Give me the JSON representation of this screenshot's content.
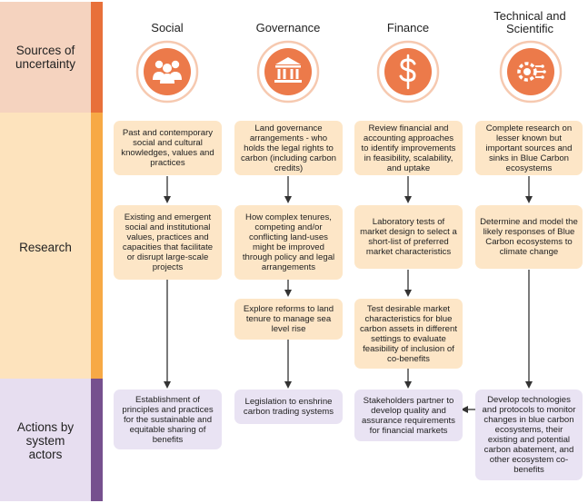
{
  "rows": {
    "sources": "Sources of uncertainty",
    "research": "Research",
    "actions": "Actions by system actors"
  },
  "columns": [
    {
      "title": "Social",
      "icon": "people-icon"
    },
    {
      "title": "Governance",
      "icon": "institution-icon"
    },
    {
      "title": "Finance",
      "icon": "dollar-icon"
    },
    {
      "title": "Technical and Scientific",
      "icon": "gear-circuit-icon"
    }
  ],
  "boxes": {
    "social": [
      "Past and contemporary social and cultural knowledges, values and practices",
      "Existing and emergent social and institutional values, practices and capacities that facilitate or disrupt large-scale projects",
      "Establishment of principles and practices for the sustainable and equitable sharing of benefits"
    ],
    "governance": [
      "Land governance arrangements - who holds the legal rights to carbon (including carbon credits)",
      "How complex tenures, competing and/or conflicting land-uses might be improved through policy and legal arrangements",
      "Explore reforms to land tenure to manage sea level rise",
      "Legislation to enshrine carbon trading systems"
    ],
    "finance": [
      "Review financial and accounting approaches to identify improvements in feasibility, scalability, and uptake",
      "Laboratory tests of market design to select a short-list of preferred market characteristics",
      "Test desirable market characteristics for blue carbon assets in different settings to evaluate feasibility of inclusion of co-benefits",
      "Stakeholders partner to develop quality and assurance requirements for financial markets"
    ],
    "technical": [
      "Complete research on lesser known but important sources and sinks in Blue Carbon ecosystems",
      "Determine and model the likely responses of Blue Carbon ecosystems to climate change",
      "Develop technologies and protocols to monitor changes in blue carbon ecosystems, their existing and potential carbon abatement, and other ecosystem co-benefits"
    ]
  },
  "colors": {
    "sources_band": "#f5d3bf",
    "research_band": "#fde3bd",
    "actions_band": "#e7def0",
    "sources_stripe": "#e8703a",
    "research_stripe": "#f7a945",
    "actions_stripe": "#76508e",
    "orange_box": "#fde6c7",
    "purple_box": "#e9e3f3",
    "icon_orange": "#ec7a4a"
  }
}
